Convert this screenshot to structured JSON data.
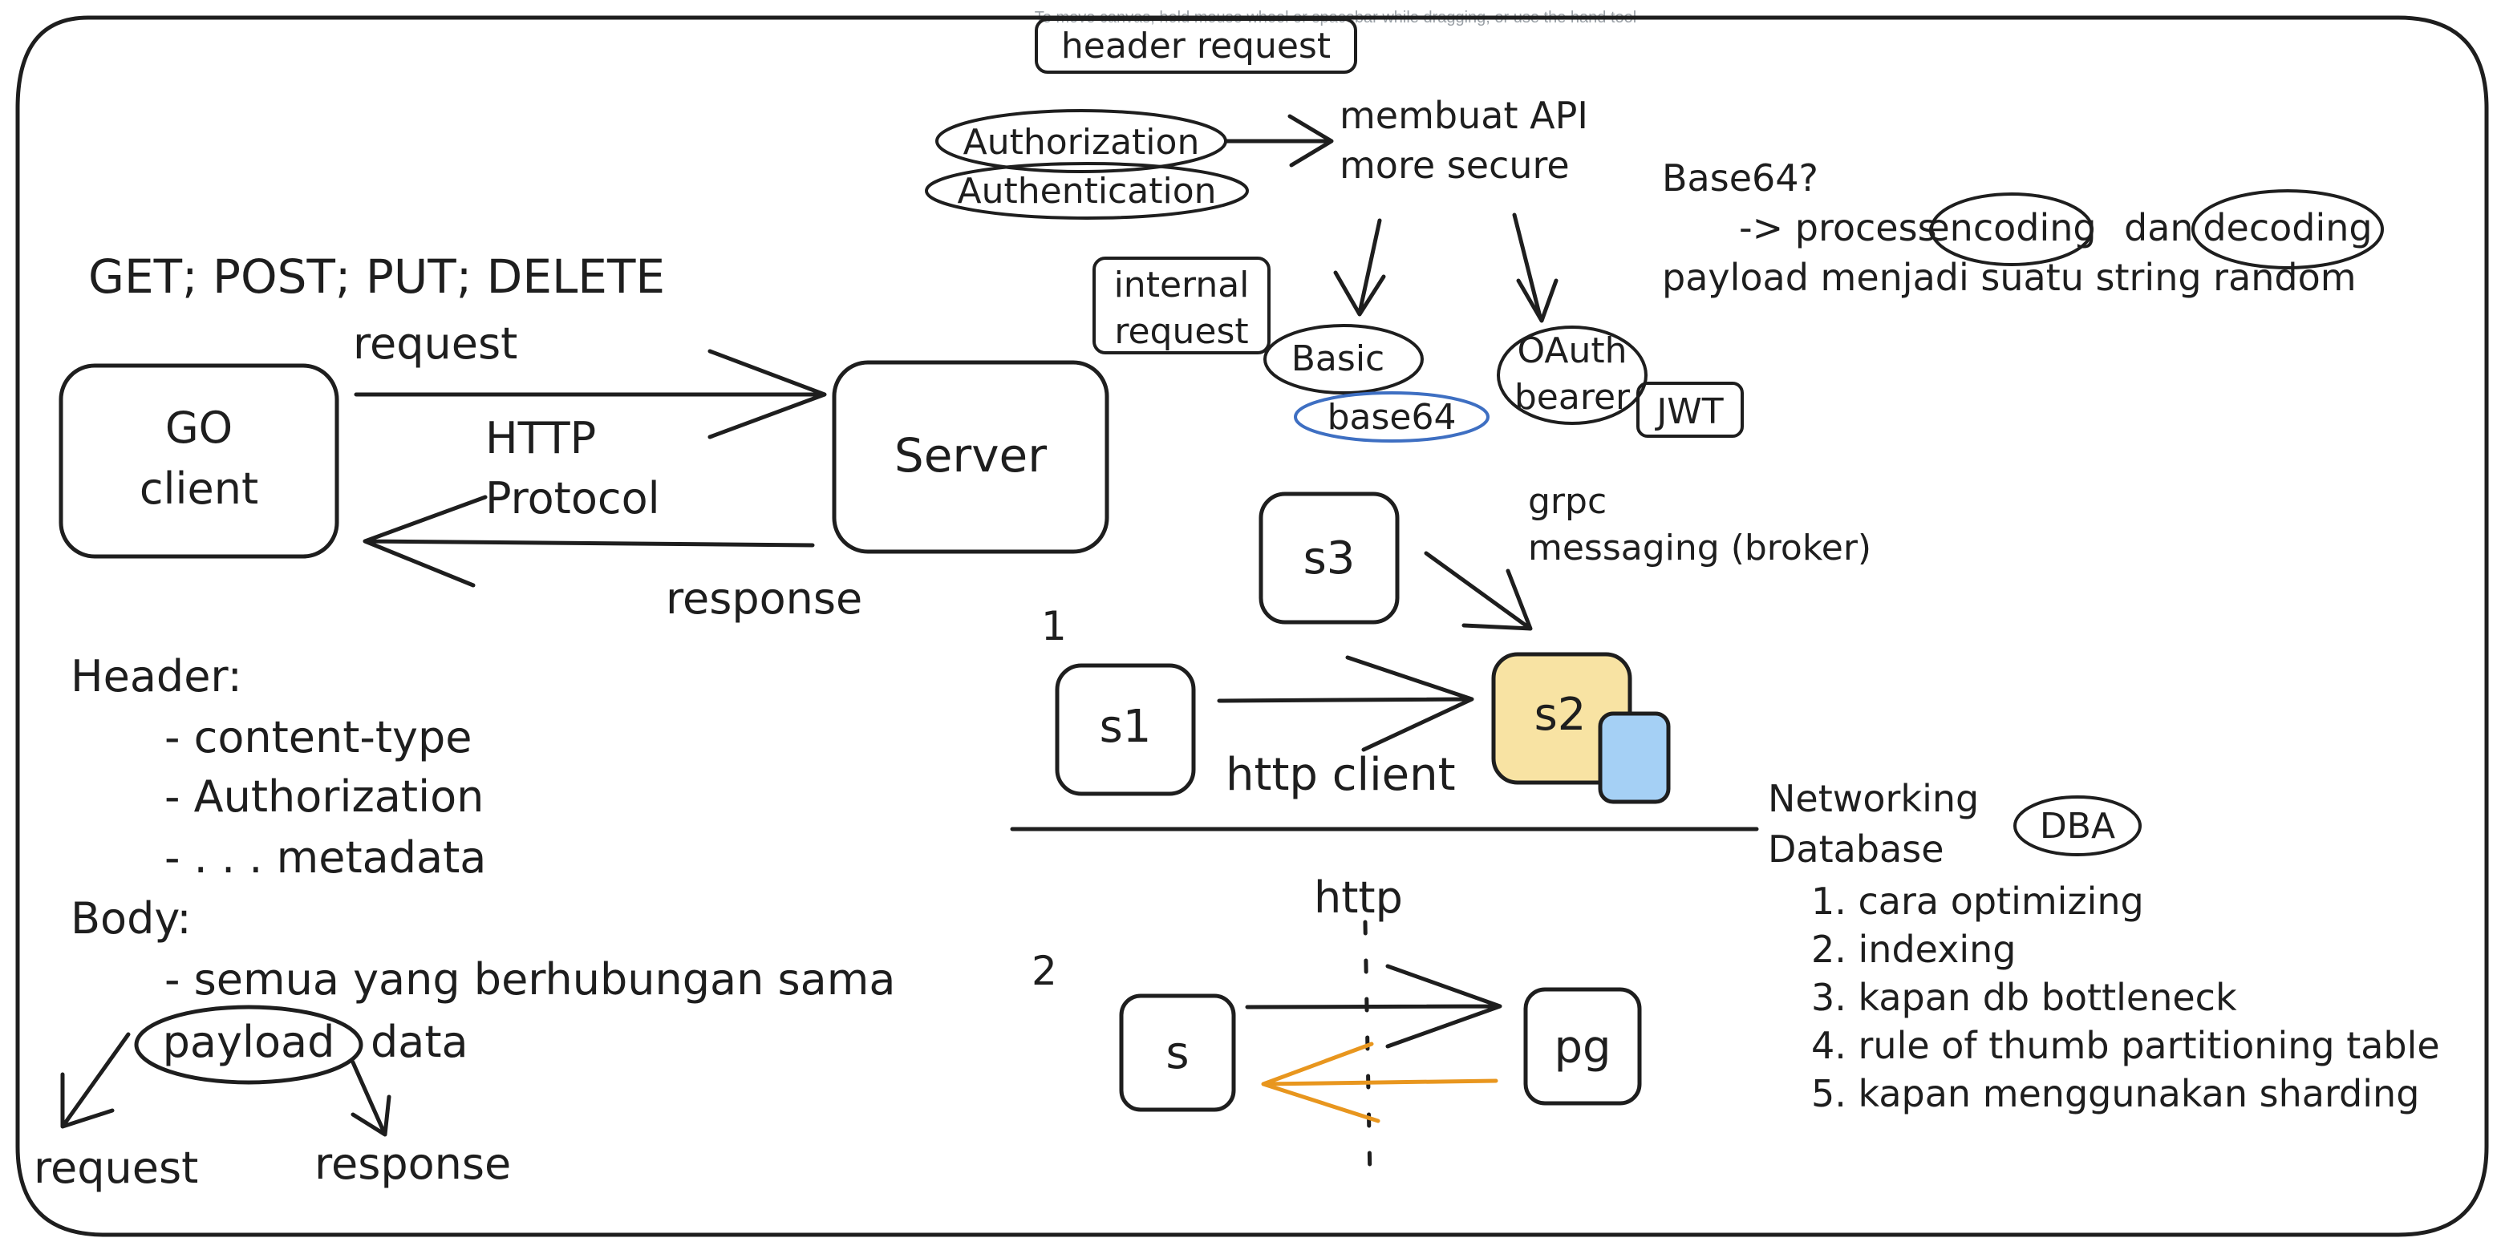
{
  "canvas_hint": "To move canvas, hold mouse wheel or spacebar while dragging, or use the hand tool",
  "colors": {
    "ink": "#1e1e1e",
    "highlight_fill": "#f8e3a3",
    "secondary_fill": "#a5d0f5",
    "blue_stroke": "#3e6fc2",
    "orange_stroke": "#e8961e"
  },
  "left": {
    "methods": "GET; POST; PUT; DELETE",
    "request_label": "request",
    "client_line1": "GO",
    "client_line2": "client",
    "http_line1": "HTTP",
    "http_line2": "Protocol",
    "server": "Server",
    "response_label": "response",
    "header_title": "Header:",
    "header_items": [
      "- content-type",
      "- Authorization",
      "- . . . metadata"
    ],
    "body_title": "Body:",
    "body_item": "- semua yang berhubungan sama",
    "payload": "payload",
    "data": "data",
    "split_request": "request",
    "split_response": "response"
  },
  "auth": {
    "header_request": "header request",
    "authorization": "Authorization",
    "authentication": "Authentication",
    "secure_line1": "membuat API",
    "secure_line2": "more secure",
    "internal_line1": "internal",
    "internal_line2": "request",
    "basic": "Basic",
    "base64": "base64",
    "oauth_line1": "OAuth",
    "oauth_line2": "bearer",
    "jwt": "JWT"
  },
  "base64_note": {
    "title": "Base64?",
    "arrow_text": "-> process",
    "encoding": "encoding",
    "dan": "dan",
    "decoding": "decoding",
    "line2": "payload menjadi suatu string random"
  },
  "services": {
    "s3": "s3",
    "grpc": "grpc",
    "messaging": "messaging (broker)",
    "num1": "1",
    "s1": "s1",
    "s2": "s2",
    "http_client": "http client",
    "num2": "2",
    "http": "http",
    "s": "s",
    "pg": "pg"
  },
  "database": {
    "networking": "Networking",
    "database": "Database",
    "dba": "DBA",
    "items": [
      "1. cara optimizing",
      "2. indexing",
      "3. kapan db bottleneck",
      "4. rule of thumb partitioning table",
      "5. kapan menggunakan sharding"
    ]
  }
}
